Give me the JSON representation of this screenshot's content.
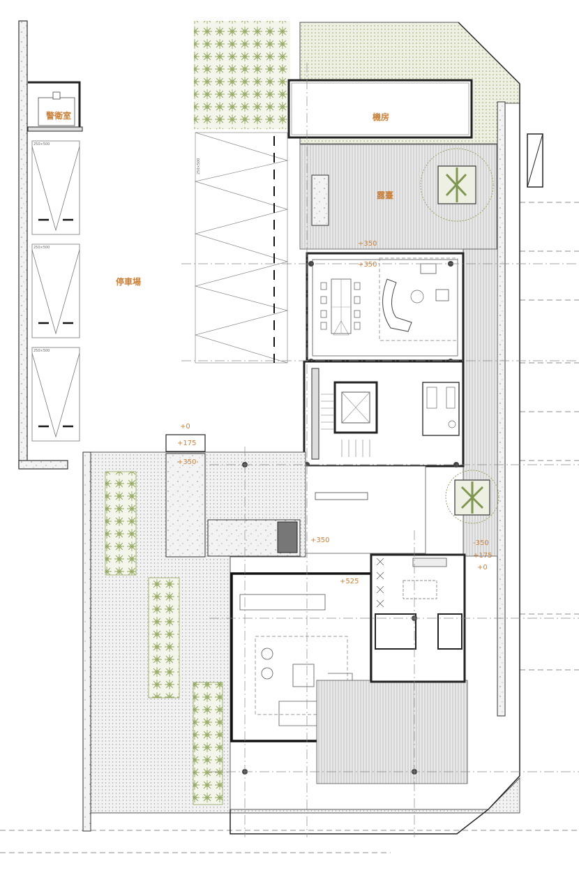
{
  "labels": {
    "guard_room": "警衛室",
    "machine_room": "機房",
    "terrace": "露臺",
    "parking": "停車場"
  },
  "levels": {
    "terrace_top": "+350",
    "living_top": "+350",
    "ground_zero": "+0",
    "entry_175": "+175",
    "entry_350": "+350",
    "stair_350": "+350",
    "hall_525": "+525",
    "side_350": "-350",
    "side_175": "+175",
    "side_zero": "+0"
  },
  "dimensions": {
    "stall_1": "250×500",
    "stall_2": "250×500",
    "stall_3": "250×500",
    "ramp": "250×500"
  },
  "colors": {
    "level_text": "#c9803a",
    "vegetation": "#8fa45c",
    "wall": "#333333",
    "paving": "#d8d8d8"
  }
}
